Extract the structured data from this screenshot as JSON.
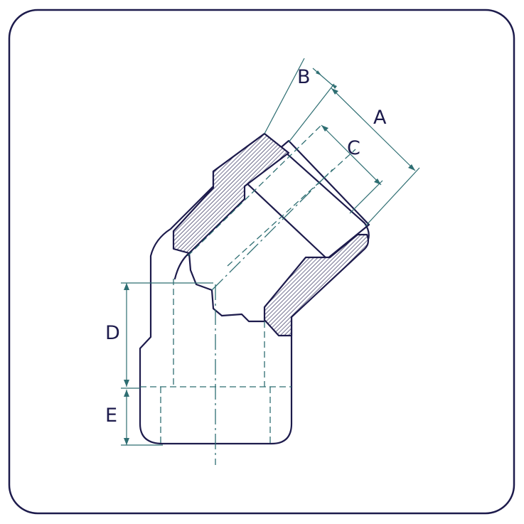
{
  "diagram": {
    "labels": {
      "A": "A",
      "B": "B",
      "C": "C",
      "D": "D",
      "E": "E"
    },
    "colors": {
      "outline": "#1d1b4c",
      "dimension_lines": "#2e6e72",
      "background": "#ffffff"
    }
  }
}
